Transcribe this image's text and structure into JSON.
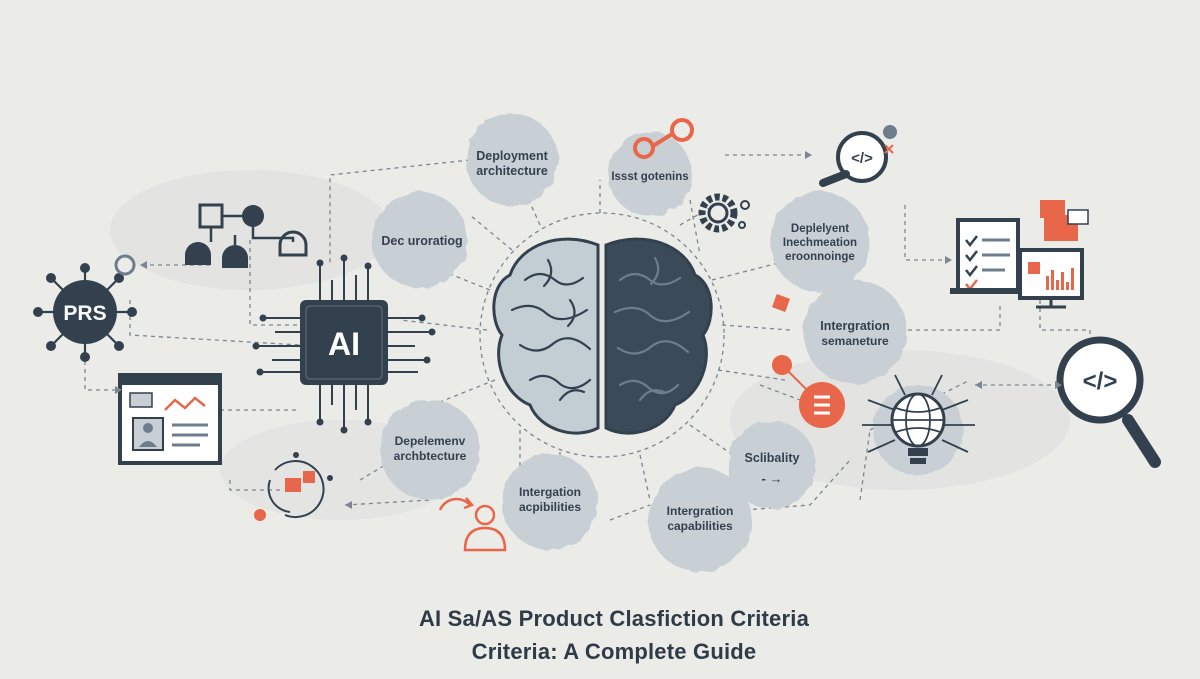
{
  "colors": {
    "background": "#ebebe8",
    "dark": "#33414f",
    "bubble": "#c9d0d5",
    "accent": "#e8674a",
    "line": "#7b8690"
  },
  "icons": [
    "prs-virus-icon",
    "ai-chip-icon",
    "brain-icon",
    "flowchart-icon",
    "gear-icon",
    "code-magnifier-icon",
    "dashboard-icon",
    "globe-bulb-icon",
    "person-icon",
    "browser-window-icon"
  ],
  "chip": {
    "label": "AI"
  },
  "prs": {
    "label": "PRS"
  },
  "nodes": {
    "deployment_architecture_top": {
      "line1": "Deployment",
      "line2": "architecture"
    },
    "issue_gotenins": {
      "line1": "Issst gotenins"
    },
    "dec_uroratiog": {
      "line1": "Dec uroratiog"
    },
    "deployment_inechmeation": {
      "line1": "Deplelyent",
      "line2": "Inechmeation",
      "line3": "eroonnoinge"
    },
    "intergration_semaneture": {
      "line1": "Intergration",
      "line2": "semaneture"
    },
    "deployment_architecture_bottom": {
      "line1": "Depelemenv",
      "line2": "archbtecture"
    },
    "scliability": {
      "line1": "Sclibality"
    },
    "intergation_acpibilities": {
      "line1": "Intergation",
      "line2": "acpibilities"
    },
    "intergration_capabilities": {
      "line1": "Intergration",
      "line2": "capabilities"
    }
  },
  "code_icon_text": "</>",
  "arrow_text": "- →",
  "title": {
    "line1": "AI Sa/AS Product Clasfiction Criteria",
    "line2": "Criteria: A Complete Guide"
  }
}
